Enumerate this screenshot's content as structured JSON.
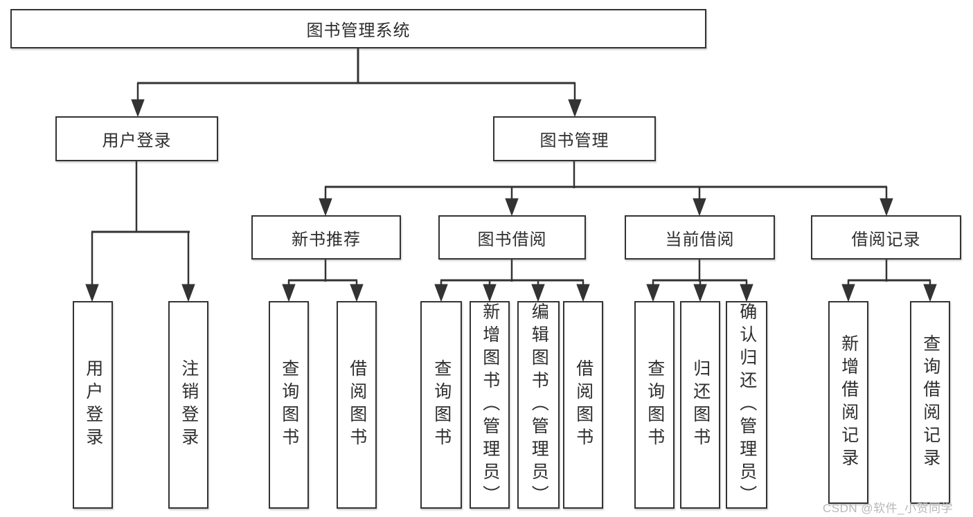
{
  "diagram_type": "hierarchy-tree",
  "root": {
    "label": "图书管理系统",
    "children": [
      {
        "label": "用户登录",
        "children": [
          {
            "label": "用户登录"
          },
          {
            "label": "注销登录"
          }
        ]
      },
      {
        "label": "图书管理",
        "children": [
          {
            "label": "新书推荐",
            "children": [
              {
                "label": "查询图书"
              },
              {
                "label": "借阅图书"
              }
            ]
          },
          {
            "label": "图书借阅",
            "children": [
              {
                "label": "查询图书"
              },
              {
                "label": "新增图书（管理员）"
              },
              {
                "label": "编辑图书（管理员）"
              },
              {
                "label": "借阅图书"
              }
            ]
          },
          {
            "label": "当前借阅",
            "children": [
              {
                "label": "查询图书"
              },
              {
                "label": "归还图书"
              },
              {
                "label": "确认归还（管理员）"
              }
            ]
          },
          {
            "label": "借阅记录",
            "children": [
              {
                "label": "新增借阅记录"
              },
              {
                "label": "查询借阅记录"
              }
            ]
          }
        ]
      }
    ]
  },
  "watermark": {
    "text": "CSDN @软件_小贺同学"
  },
  "colors": {
    "line": "#333333",
    "box_border": "#333333",
    "text": "#2d2d2d",
    "box_background": "#ffffff",
    "page_background": "#ffffff",
    "watermark": "#b8b8b8"
  }
}
